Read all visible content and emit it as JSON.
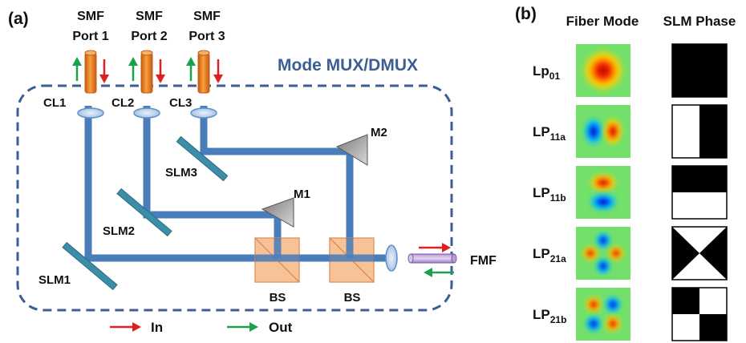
{
  "panel_a": {
    "panel_label": "(a)",
    "box_title": "Mode MUX/DMUX",
    "ports": [
      {
        "line1": "SMF",
        "line2": "Port 1"
      },
      {
        "line1": "SMF",
        "line2": "Port 2"
      },
      {
        "line1": "SMF",
        "line2": "Port 3"
      }
    ],
    "lenses": [
      "CL1",
      "CL2",
      "CL3"
    ],
    "slms": [
      "SLM1",
      "SLM2",
      "SLM3"
    ],
    "mirrors": [
      "M1",
      "M2"
    ],
    "beamsplitters": [
      "BS",
      "BS"
    ],
    "fmf": "FMF",
    "legend": {
      "in": "In",
      "out": "Out"
    },
    "colors": {
      "beam": "#4a7ebb",
      "in_arrow": "#e02020",
      "out_arrow": "#1aa34a",
      "fiber": "#f08a24",
      "bs": "#f5b07a",
      "title": "#3b5f94"
    }
  },
  "panel_b": {
    "panel_label": "(b)",
    "col_fiber": "Fiber Mode",
    "col_slm": "SLM Phase",
    "modes": [
      {
        "base": "Lp",
        "sub": "01"
      },
      {
        "base": "LP",
        "sub": "11a"
      },
      {
        "base": "LP",
        "sub": "11b"
      },
      {
        "base": "LP",
        "sub": "21a"
      },
      {
        "base": "LP",
        "sub": "21b"
      }
    ]
  }
}
